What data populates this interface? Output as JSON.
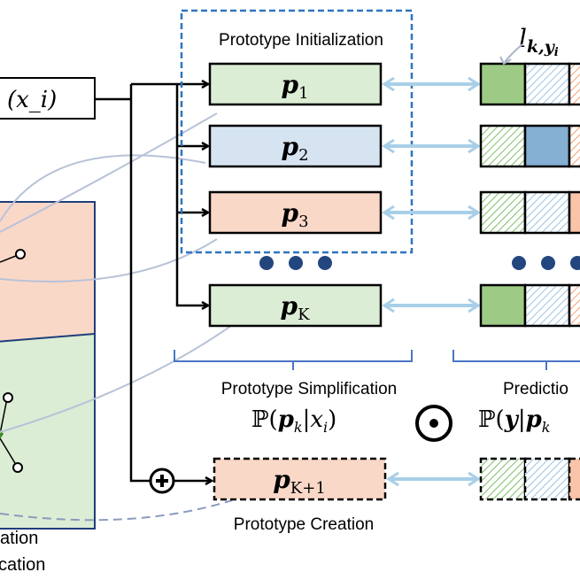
{
  "input_label": "(x_i)",
  "input_label_parts": {
    "open": "(",
    "var": "x",
    "sub": "i",
    "close": ")"
  },
  "prototype_initialization": "Prototype Initialization",
  "prototypes": [
    {
      "label": "p",
      "sub": "1",
      "color": "#dbedd4",
      "logits": [
        "solid-green",
        "hatch-blue",
        "hatch-orange"
      ]
    },
    {
      "label": "p",
      "sub": "2",
      "color": "#d6e4f2",
      "logits": [
        "hatch-green",
        "solid-blue",
        "hatch-orange"
      ]
    },
    {
      "label": "p",
      "sub": "3",
      "color": "#fad8c8",
      "logits": [
        "hatch-green",
        "hatch-blue",
        "solid-orange"
      ]
    },
    {
      "label": "p",
      "sub": "K",
      "color": "#dbedd4",
      "logits": [
        "solid-green",
        "hatch-blue",
        "hatch-orange"
      ]
    }
  ],
  "new_prototype": {
    "label": "p",
    "sub": "K+1",
    "color": "#fad8c8",
    "logits": [
      "hatch-green",
      "hatch-blue",
      "solid-orange"
    ]
  },
  "logit_label": {
    "main": "l",
    "sub": "k,y",
    "subsub": "i"
  },
  "prototype_simplification": "Prototype Simplification",
  "simplification_formula": {
    "bb": "ℙ(",
    "p": "p",
    "sub": "k",
    "bar": "|",
    "x": "x",
    "xsub": "i",
    "close": ")"
  },
  "prediction": "Predictio",
  "prediction_formula": {
    "bb": "ℙ(",
    "y": "y",
    "bar": "|",
    "p": "p",
    "sub": "k"
  },
  "prototype_creation": "Prototype Creation",
  "left_caption": [
    "ation",
    "cation"
  ],
  "colors": {
    "green": "#9dcb86",
    "blue": "#85afd3",
    "orange": "#f9c4a8",
    "arrow": "#a8cfe8",
    "dash_box": "#2e75c0",
    "brace": "#4a76c4",
    "dots": "#24467f"
  }
}
